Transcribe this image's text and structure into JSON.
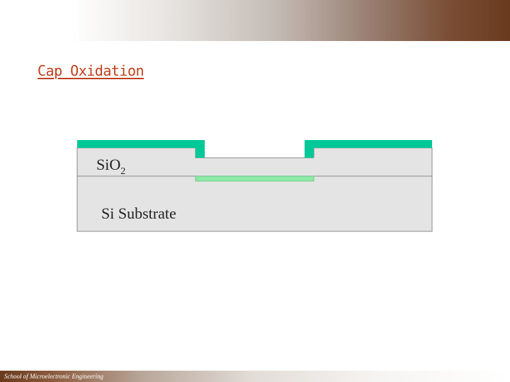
{
  "slide": {
    "title": "Cap Oxidation",
    "footer": "School of Microelectronic Engineering"
  },
  "diagram": {
    "oxide_label_main": "SiO",
    "oxide_label_subscript": "2",
    "substrate_label": "Si Substrate",
    "colors": {
      "cap_oxide": "#00c896",
      "new_oxide": "#8ee8a8",
      "layers": "#e4e4e4",
      "outline": "#888888",
      "accent_title": "#c0401e"
    }
  }
}
